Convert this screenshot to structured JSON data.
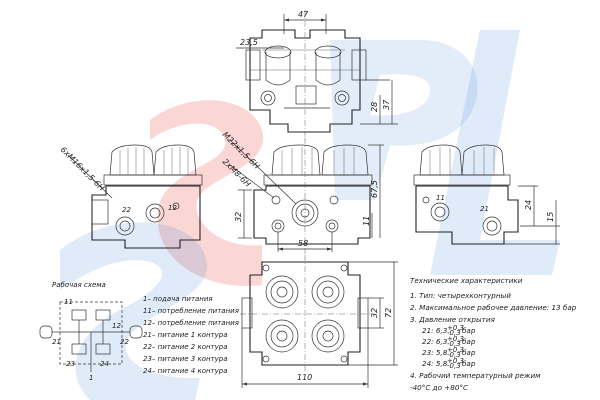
{
  "colors": {
    "watermark_red": "#e8302f",
    "watermark_blue": "#1d6fd6",
    "line": "#333333"
  },
  "dimensions": {
    "top_width": "47",
    "top_offset": "23,5",
    "top_h1": "28",
    "top_h2": "37",
    "thread_left": "6xM16x1,5-6H",
    "thread_main": "M22x1,5-6H",
    "thread_small": "2xM8-6H",
    "front_h_total": "67,5",
    "front_h_mid": "32",
    "front_h_low": "11",
    "front_w": "58",
    "right_h1": "24",
    "right_h2": "15",
    "bottom_w": "110",
    "bottom_h1": "72",
    "bottom_h2": "32"
  },
  "port_labels": {
    "left_22": "22",
    "left_12": "12",
    "right_21": "21",
    "right_11": "11",
    "sch_11": "11",
    "sch_12": "12",
    "sch_21": "21",
    "sch_22": "22",
    "sch_23": "23",
    "sch_24": "24",
    "sch_1": "1"
  },
  "schema": {
    "title": "Рабочая схема",
    "legend": [
      "1– подача питания",
      "11– потребление питания",
      "12– потребление питания",
      "21– питание 1 контура",
      "22– питание 2 контура",
      "23– питание 3 контура",
      "24– питание 4 контура"
    ]
  },
  "tech": {
    "title": "Технические характеристики",
    "item1": "1. Тип: четырехконтурный",
    "item2": "2. Максимальное рабочее давление: 13 бар",
    "item3": "3. Давление открытия",
    "p21": "21: 6,3",
    "p22": "22: 6,3",
    "p23": "23: 5,8",
    "p24": "24: 5,8",
    "tol_up": "+0,3",
    "tol_dn": "-0,3",
    "unit": "бар",
    "item4": "4. Рабочий температурный режим",
    "temp": "-40°C до +80°C"
  }
}
